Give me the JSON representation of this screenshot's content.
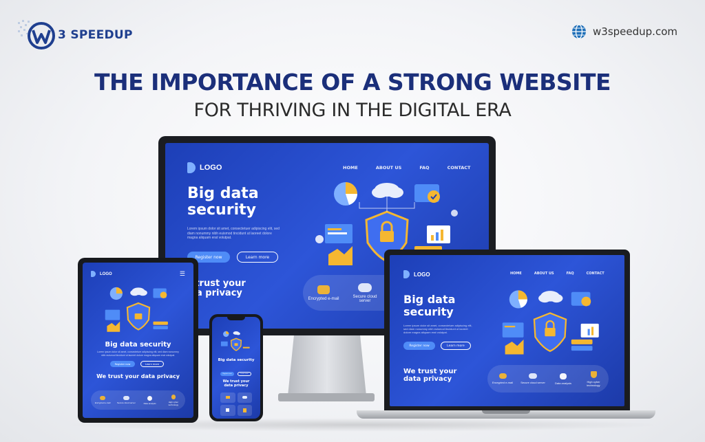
{
  "brand": {
    "name": "3 SPEEDUP",
    "site": "w3speedup.com"
  },
  "headline": {
    "line1": "THE IMPORTANCE OF A STRONG WEBSITE",
    "line2": "FOR THRIVING IN THE DIGITAL ERA"
  },
  "mockup": {
    "logo": "LOGO",
    "nav": [
      "HOME",
      "ABOUT US",
      "FAQ",
      "CONTACT"
    ],
    "hero_title_1": "Big data",
    "hero_title_2": "security",
    "hero_title_full": "Big data security",
    "body": "Lorem ipsum dolor sit amet, consectetuer adipiscing elit, sed diam nonummy nibh euismod tincidunt ut laoreet dolore magna aliquam erat volutpat.",
    "btn_register": "Register now",
    "btn_learn": "Learn more",
    "trust_1": "We trust your",
    "trust_2": "data privacy",
    "trust_cut_1": "e trust your",
    "trust_cut_2": "ata privacy",
    "trust_full": "We trust your data privacy",
    "features": [
      "Encrypted e-mail",
      "Secure cloud server",
      "Data analysis",
      "High cyber technology"
    ]
  },
  "colors": {
    "navy": "#1b2f7a",
    "screen": "#2d55d8",
    "accent": "#f5b731",
    "button": "#4f8cf7"
  }
}
